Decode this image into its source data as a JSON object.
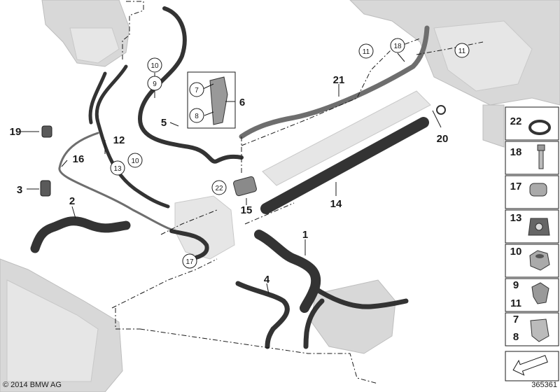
{
  "callouts": {
    "p1": "1",
    "p2": "2",
    "p3": "3",
    "p4": "4",
    "p5": "5",
    "p6": "6",
    "p7": "7",
    "p8": "8",
    "p9": "9",
    "p10a": "10",
    "p10b": "10",
    "p11a": "11",
    "p11b": "11",
    "p12": "12",
    "p13": "13",
    "p14": "14",
    "p15": "15",
    "p16": "16",
    "p17": "17",
    "p18": "18",
    "p19": "19",
    "p20": "20",
    "p21": "21",
    "p22": "22"
  },
  "legend": [
    {
      "label": "22"
    },
    {
      "label": "18"
    },
    {
      "label": "17"
    },
    {
      "label": "13"
    },
    {
      "label": "10"
    },
    {
      "label": "9\n11"
    },
    {
      "label": "7\n8"
    }
  ],
  "footer": {
    "copyright": "© 2014 BMW AG",
    "diagram_number": "365361"
  }
}
